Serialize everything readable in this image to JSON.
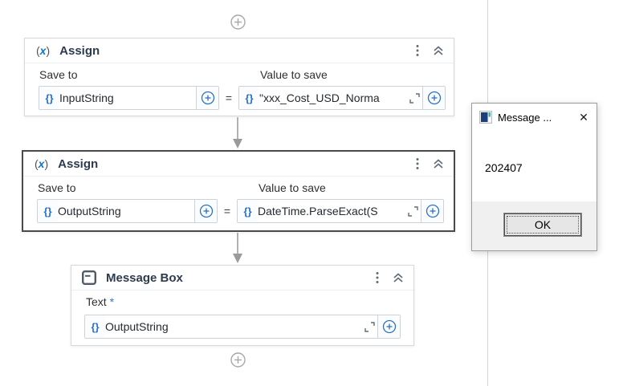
{
  "icons": {
    "assign_open_paren": "(",
    "assign_x": "x",
    "assign_close_paren": ")",
    "braces": "{}",
    "close": "✕"
  },
  "colors": {
    "accent_blue": "#1673c1",
    "brace_blue": "#2670c9",
    "selection_border": "#4a4a4a",
    "card_border": "#d6d9dc",
    "dialog_footer": "#f0f0f0"
  },
  "activities": {
    "assign1": {
      "title": "Assign",
      "save_to_label": "Save to",
      "value_to_save_label": "Value to save",
      "save_to": "InputString",
      "equals": "=",
      "value_to_save": "\"xxx_Cost_USD_Norma"
    },
    "assign2": {
      "title": "Assign",
      "save_to_label": "Save to",
      "value_to_save_label": "Value to save",
      "save_to": "OutputString",
      "equals": "=",
      "value_to_save": "DateTime.ParseExact(S"
    },
    "message_box": {
      "title": "Message Box",
      "text_label": "Text",
      "required_mark": "*",
      "text": "OutputString"
    }
  },
  "dialog": {
    "title": "Message ...",
    "message": "202407",
    "ok_label": "OK"
  }
}
